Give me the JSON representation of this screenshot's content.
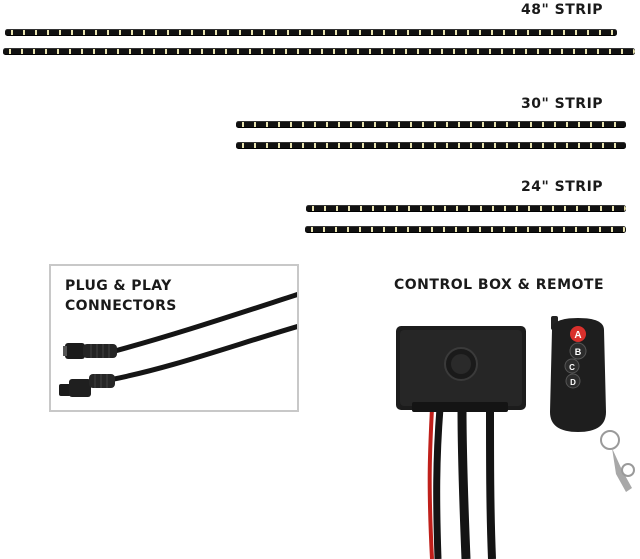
{
  "strips": [
    {
      "label": "48\" STRIP"
    },
    {
      "label": "30\" STRIP"
    },
    {
      "label": "24\" STRIP"
    }
  ],
  "connectors": {
    "title_line1": "PLUG & PLAY",
    "title_line2": "CONNECTORS"
  },
  "control": {
    "title": "CONTROL BOX & REMOTE"
  },
  "remote": {
    "buttons": [
      "A",
      "B",
      "C",
      "D"
    ]
  },
  "colors": {
    "strip": "#1f1f1f",
    "led": "#e8e2b0",
    "button_red": "#d9302c",
    "body": "#1c1c1c",
    "wire_red": "#c0201b"
  }
}
